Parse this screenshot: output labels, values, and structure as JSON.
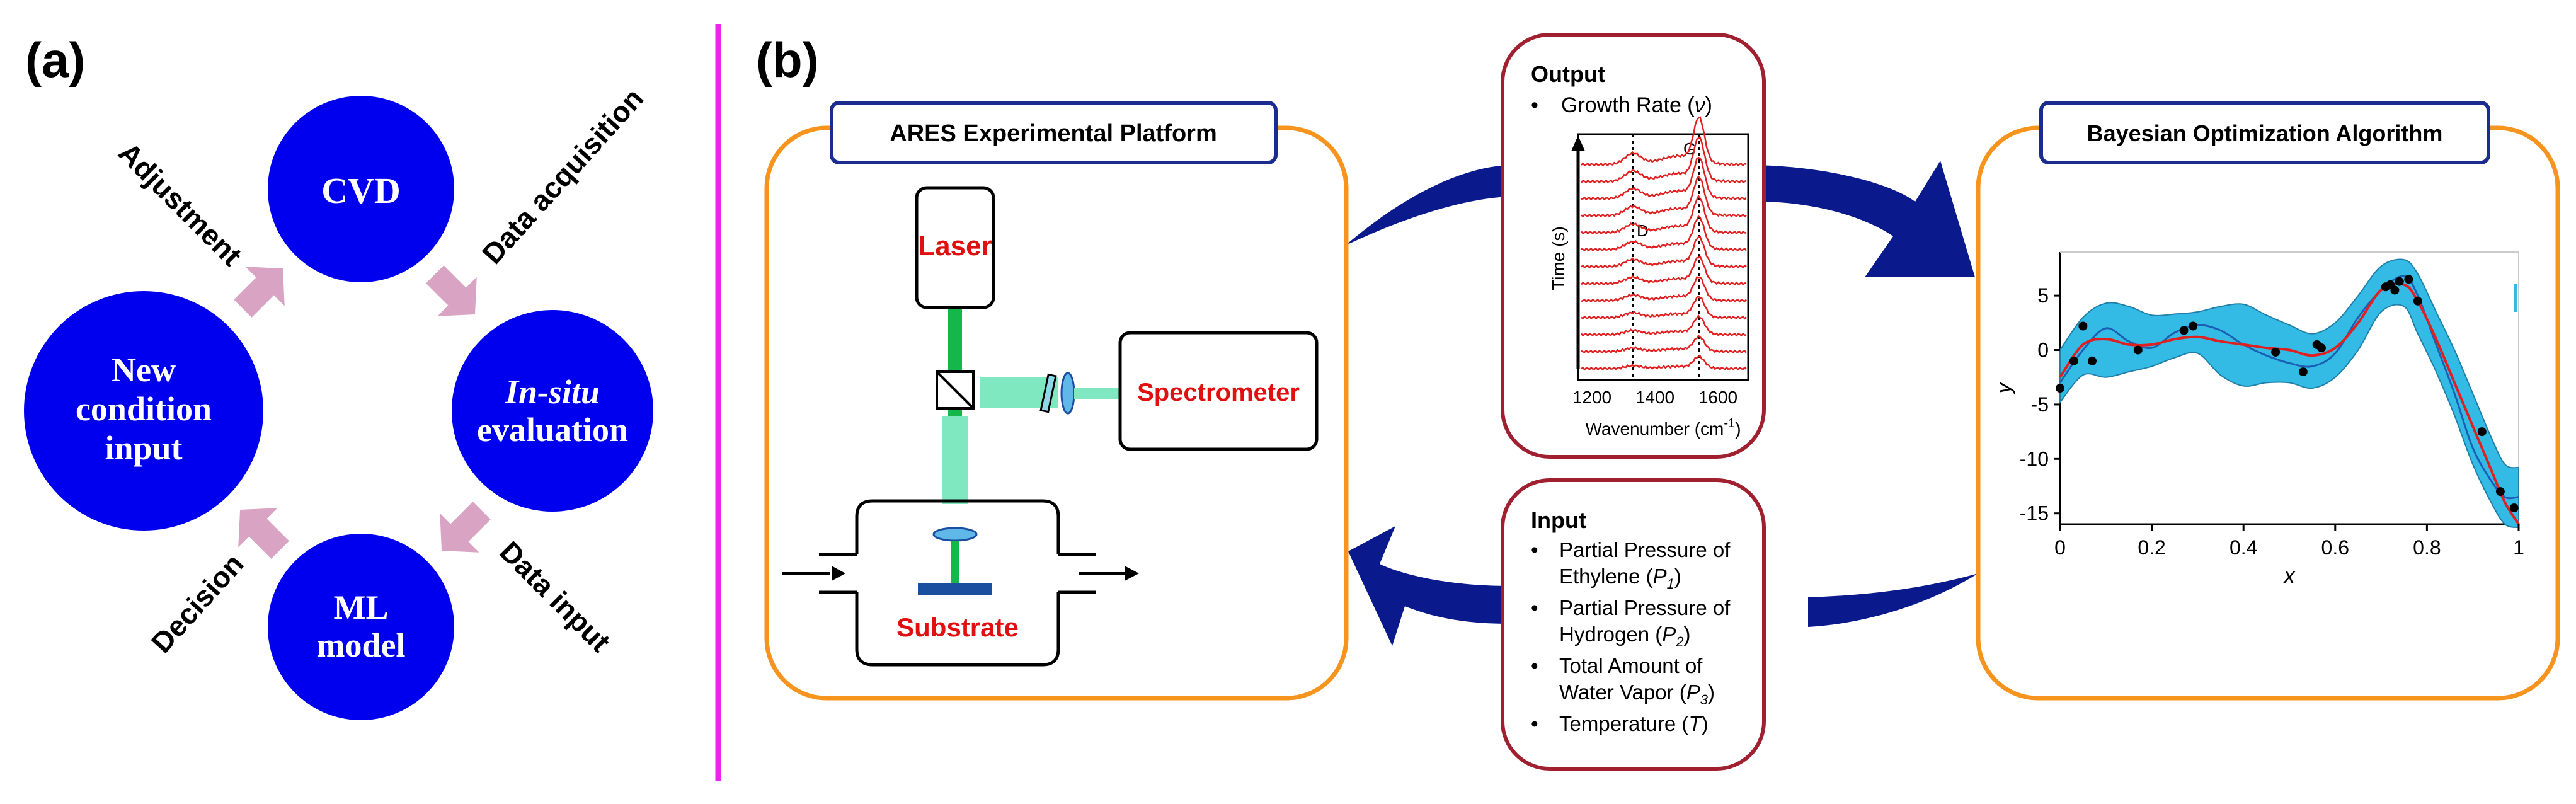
{
  "panel_a": {
    "label": "(a)",
    "nodes": {
      "cvd": "CVD",
      "insitu_line1": "In-situ",
      "insitu_line2": "evaluation",
      "ml_line1": "ML",
      "ml_line2": "model",
      "newcond_line1": "New",
      "newcond_line2": "condition",
      "newcond_line3": "input"
    },
    "edges": {
      "data_acquisition": "Data acquisition",
      "data_input": "Data input",
      "decision": "Decision",
      "adjustment": "Adjustment"
    },
    "colors": {
      "node": "#0000ee",
      "arrow": "#d9a3c4"
    }
  },
  "divider_color": "#ee22ee",
  "panel_b": {
    "label": "(b)",
    "platform": {
      "title": "ARES Experimental Platform",
      "laser": "Laser",
      "spectrometer": "Spectrometer",
      "substrate": "Substrate"
    },
    "output_box": {
      "title": "Output",
      "bullet_text": "Growth Rate (",
      "bullet_var": "ν",
      "bullet_close": ")",
      "spectrum": {
        "ylabel": "Time (s)",
        "xlabel_text": "Wavenumber (cm",
        "xlabel_sup": "-1",
        "xlabel_close": ")",
        "xticks": [
          "1200",
          "1400",
          "1600"
        ],
        "peak_d": "D",
        "peak_g": "G"
      }
    },
    "input_box": {
      "title": "Input",
      "items": [
        {
          "l1": "Partial Pressure of",
          "l2": "Ethylene (",
          "var": "P",
          "sub": "1",
          "close": ")"
        },
        {
          "l1": "Partial Pressure of",
          "l2": "Hydrogen (",
          "var": "P",
          "sub": "2",
          "close": ")"
        },
        {
          "l1": "Total Amount of",
          "l2": "Water Vapor (",
          "var": "P",
          "sub": "3",
          "close": ")"
        },
        {
          "l1": "Temperature (",
          "var": "T",
          "close": ")"
        }
      ]
    },
    "bo": {
      "title": "Bayesian Optimization Algorithm",
      "chart_data": {
        "type": "line",
        "xlabel": "x",
        "ylabel": "y",
        "xlim": [
          0,
          1
        ],
        "ylim": [
          -16,
          9
        ],
        "xticks": [
          0,
          0.2,
          0.4,
          0.6,
          0.8,
          1
        ],
        "yticks": [
          5,
          0,
          -5,
          -10,
          -15
        ],
        "series": [
          {
            "role": "mean",
            "color": "#e02020",
            "x": [
              0,
              0.05,
              0.1,
              0.15,
              0.2,
              0.25,
              0.3,
              0.35,
              0.4,
              0.45,
              0.5,
              0.55,
              0.6,
              0.65,
              0.7,
              0.75,
              0.78,
              0.82,
              0.86,
              0.9,
              0.94,
              0.97,
              1.0
            ],
            "y": [
              -2.5,
              0.5,
              1.0,
              0.5,
              0.5,
              1.0,
              1.2,
              0.8,
              0.5,
              0.2,
              0.0,
              -0.5,
              0.2,
              2.5,
              5.5,
              6.0,
              4.5,
              1.0,
              -3.0,
              -7.0,
              -11.0,
              -14.0,
              -16.0
            ]
          },
          {
            "role": "true-function",
            "color": "#1a5fb4",
            "x": [
              0,
              0.05,
              0.1,
              0.15,
              0.2,
              0.25,
              0.3,
              0.35,
              0.4,
              0.45,
              0.5,
              0.55,
              0.6,
              0.65,
              0.7,
              0.75,
              0.78,
              0.82,
              0.86,
              0.9,
              0.94,
              0.97,
              1.0
            ],
            "y": [
              -3.0,
              0.0,
              2.0,
              0.8,
              0.2,
              1.6,
              2.3,
              1.8,
              0.5,
              -0.5,
              -1.2,
              -1.5,
              -0.3,
              3.0,
              5.5,
              6.8,
              5.0,
              0.5,
              -4.0,
              -9.0,
              -12.0,
              -13.5,
              -13.5
            ]
          }
        ],
        "band": {
          "color": "#33bbe6",
          "x": [
            0,
            0.05,
            0.1,
            0.15,
            0.2,
            0.25,
            0.3,
            0.35,
            0.4,
            0.45,
            0.5,
            0.55,
            0.6,
            0.65,
            0.7,
            0.75,
            0.78,
            0.82,
            0.86,
            0.9,
            0.94,
            0.97,
            1.0
          ],
          "upper": [
            0.0,
            3.0,
            4.3,
            4.0,
            3.2,
            3.3,
            3.5,
            4.0,
            4.2,
            3.2,
            2.3,
            1.5,
            2.5,
            5.0,
            7.7,
            8.3,
            7.0,
            3.5,
            0.0,
            -4.0,
            -8.0,
            -10.5,
            -10.8
          ],
          "lower": [
            -4.8,
            -2.3,
            -2.5,
            -2.0,
            -1.5,
            -0.7,
            -0.3,
            -2.3,
            -3.3,
            -3.0,
            -3.0,
            -3.5,
            -2.5,
            0.0,
            3.5,
            4.0,
            1.5,
            -2.0,
            -6.0,
            -10.5,
            -14.0,
            -16.0,
            -16.3
          ]
        },
        "points": {
          "color": "#000000",
          "x": [
            0.0,
            0.03,
            0.05,
            0.07,
            0.17,
            0.27,
            0.29,
            0.47,
            0.53,
            0.56,
            0.57,
            0.71,
            0.72,
            0.73,
            0.74,
            0.76,
            0.78,
            0.92,
            0.96,
            0.99
          ],
          "y": [
            -3.5,
            -1.0,
            2.2,
            -1.0,
            0.0,
            1.8,
            2.2,
            -0.2,
            -2.0,
            0.5,
            0.2,
            5.8,
            6.0,
            5.5,
            6.3,
            6.5,
            4.5,
            -7.5,
            -13.0,
            -14.5
          ]
        }
      }
    },
    "colors": {
      "box_orange": "#f7941d",
      "box_red": "#a02030",
      "title_blue": "#1b2b8f",
      "arrow_navy": "#0a1a8c",
      "beam_green": "#14b84a",
      "beam_light": "#7fe8c0",
      "label_red": "#e01010"
    }
  }
}
